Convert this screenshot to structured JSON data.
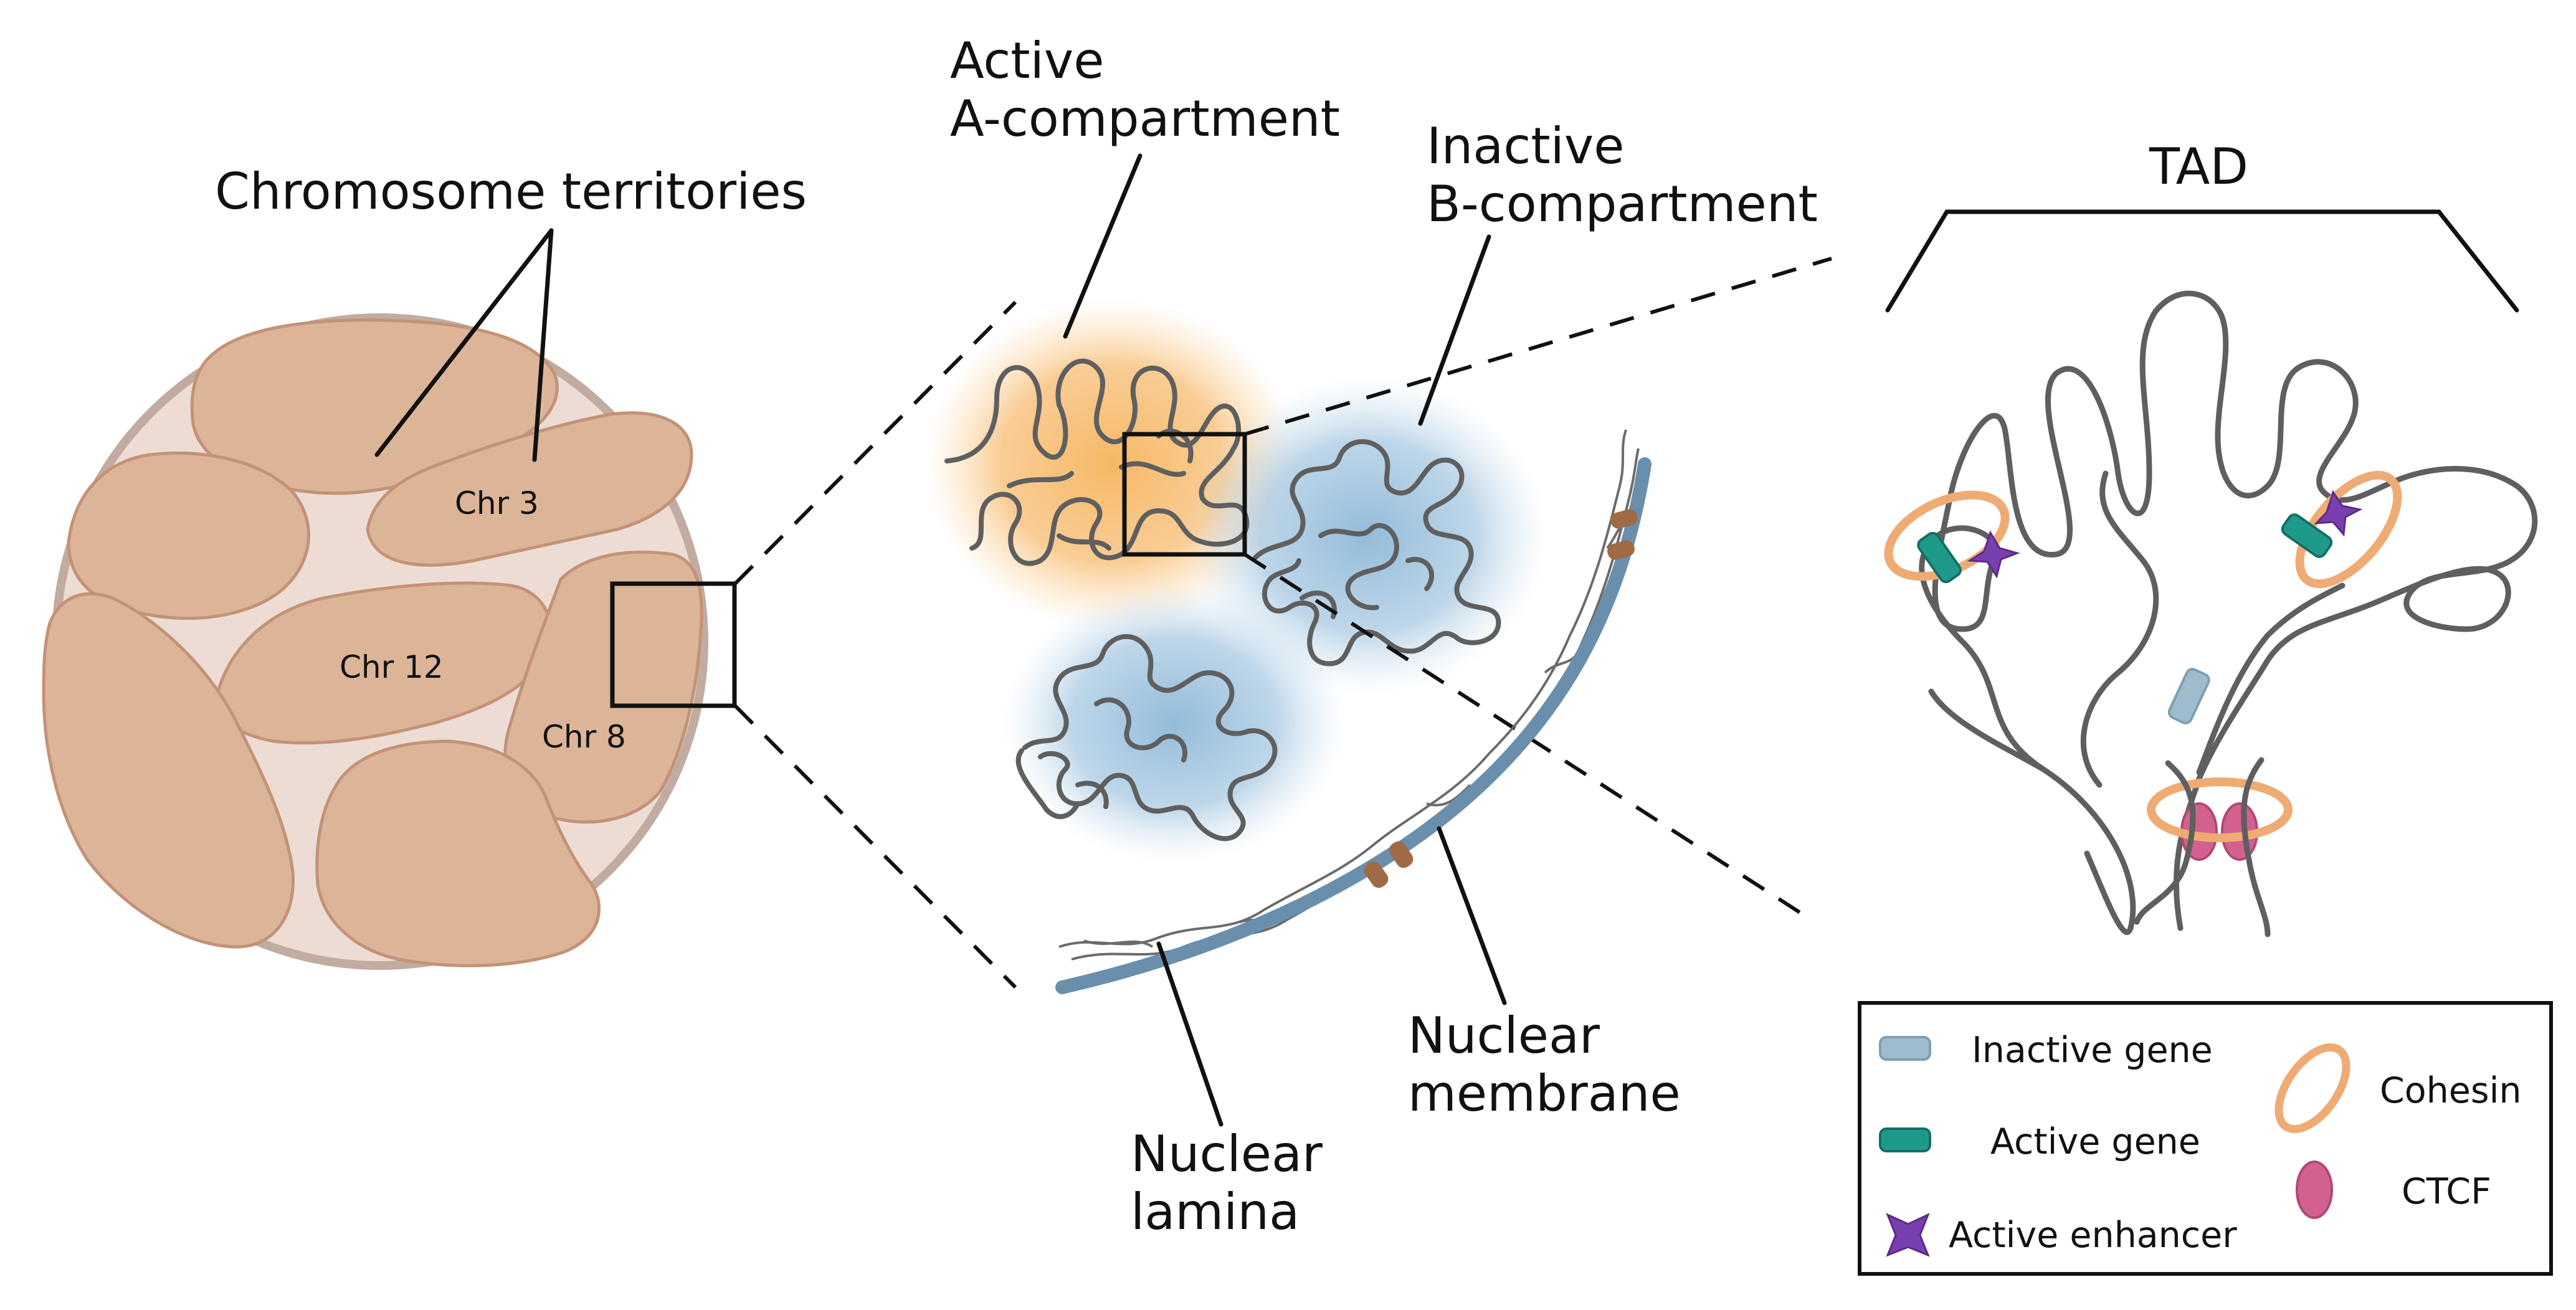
{
  "labels": {
    "chromosome_territories": "Chromosome territories",
    "chr3": "Chr 3",
    "chr12": "Chr 12",
    "chr8": "Chr 8",
    "active_line1": "Active",
    "active_line2": "A-compartment",
    "inactive_line1": "Inactive",
    "inactive_line2": "B-compartment",
    "lamina_line1": "Nuclear",
    "lamina_line2": "lamina",
    "membrane_line1": "Nuclear",
    "membrane_line2": "membrane",
    "tad": "TAD"
  },
  "legend": {
    "inactive_gene": "Inactive gene",
    "active_gene": "Active gene",
    "active_enhancer": "Active enhancer",
    "cohesin": "Cohesin",
    "ctcf": "CTCF"
  },
  "colors": {
    "nucleus_fill": "#ecdcd4",
    "nucleus_border": "#c2aba0",
    "territory": "#dcb497",
    "a_compartment_glow": "#f6b45e",
    "b_compartment_glow": "#8db8d8",
    "membrane": "#6a8fad",
    "pore": "#a06a45",
    "inactive_gene": "#9fbccd",
    "active_gene": "#1f9a8a",
    "enhancer": "#7a3fae",
    "cohesin": "#efab74",
    "ctcf": "#d2618f"
  },
  "icons": [
    "inactive-gene-icon",
    "active-gene-icon",
    "enhancer-star-icon",
    "cohesin-ring-icon",
    "ctcf-icon"
  ]
}
